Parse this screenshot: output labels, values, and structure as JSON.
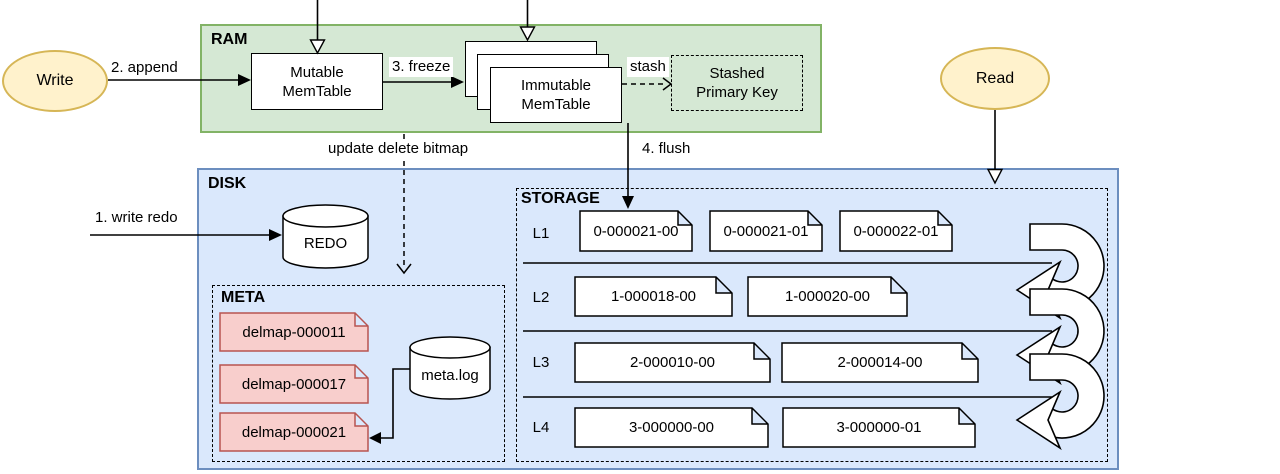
{
  "colors": {
    "ram_fill": "#d5e8d4",
    "ram_stroke": "#82b366",
    "disk_fill": "#dae8fc",
    "disk_stroke": "#6c8ebf",
    "delmap_fill": "#f8cecc",
    "delmap_stroke": "#b85450",
    "actor_fill": "#fff2cc",
    "actor_stroke": "#d6b656",
    "file_fill": "#ffffff",
    "line_color": "#000000"
  },
  "actors": {
    "write": "Write",
    "read": "Read"
  },
  "containers": {
    "ram": "RAM",
    "disk": "DISK",
    "meta": "META",
    "storage": "STORAGE"
  },
  "nodes": {
    "mutable_memtable": "Mutable\nMemTable",
    "immutable_memtable": "Immutable\nMemTable",
    "stashed_primary_key": "Stashed\nPrimary Key",
    "redo": "REDO",
    "meta_log": "meta.log"
  },
  "meta_files": [
    "delmap-000011",
    "delmap-000017",
    "delmap-000021"
  ],
  "edge_labels": {
    "write_redo": "1. write redo",
    "append": "2. append",
    "freeze": "3. freeze",
    "flush": "4. flush",
    "stash": "stash",
    "update_delete_bitmap": "update delete bitmap"
  },
  "storage_levels": [
    {
      "label": "L1",
      "files": [
        "0-000021-00",
        "0-000021-01",
        "0-000022-01"
      ]
    },
    {
      "label": "L2",
      "files": [
        "1-000018-00",
        "1-000020-00"
      ]
    },
    {
      "label": "L3",
      "files": [
        "2-000010-00",
        "2-000014-00"
      ]
    },
    {
      "label": "L4",
      "files": [
        "3-000000-00",
        "3-000000-01"
      ]
    }
  ]
}
